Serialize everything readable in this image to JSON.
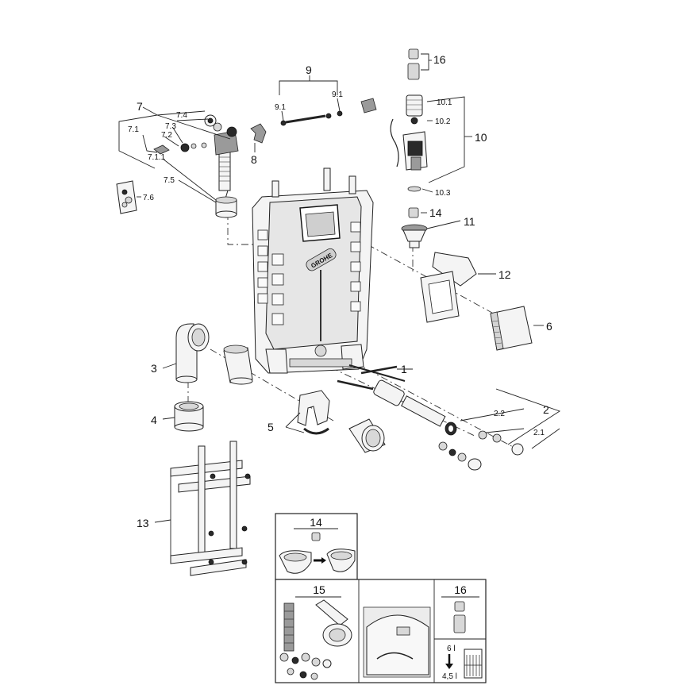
{
  "labels": {
    "l1": "1",
    "l2": "2",
    "l2_1": "2.1",
    "l2_2": "2.2",
    "l3": "3",
    "l4": "4",
    "l5": "5",
    "l6": "6",
    "l7": "7",
    "l7_1": "7.1",
    "l7_1_1": "7.1.1",
    "l7_2": "7.2",
    "l7_3": "7.3",
    "l7_4": "7.4",
    "l7_5": "7.5",
    "l7_6": "7.6",
    "l8": "8",
    "l9": "9",
    "l9_1a": "9.1",
    "l9_1b": "9.1",
    "l10": "10",
    "l10_1": "10.1",
    "l10_2": "10.2",
    "l10_3": "10.3",
    "l11": "11",
    "l12": "12",
    "l13": "13",
    "l14": "14",
    "l16": "16"
  },
  "brand": "GROHE",
  "insets": {
    "box14_title": "14",
    "box15_title": "15",
    "box16_title": "16",
    "box16_vol_high": "6 l",
    "box16_vol_low": "4,5 l"
  }
}
